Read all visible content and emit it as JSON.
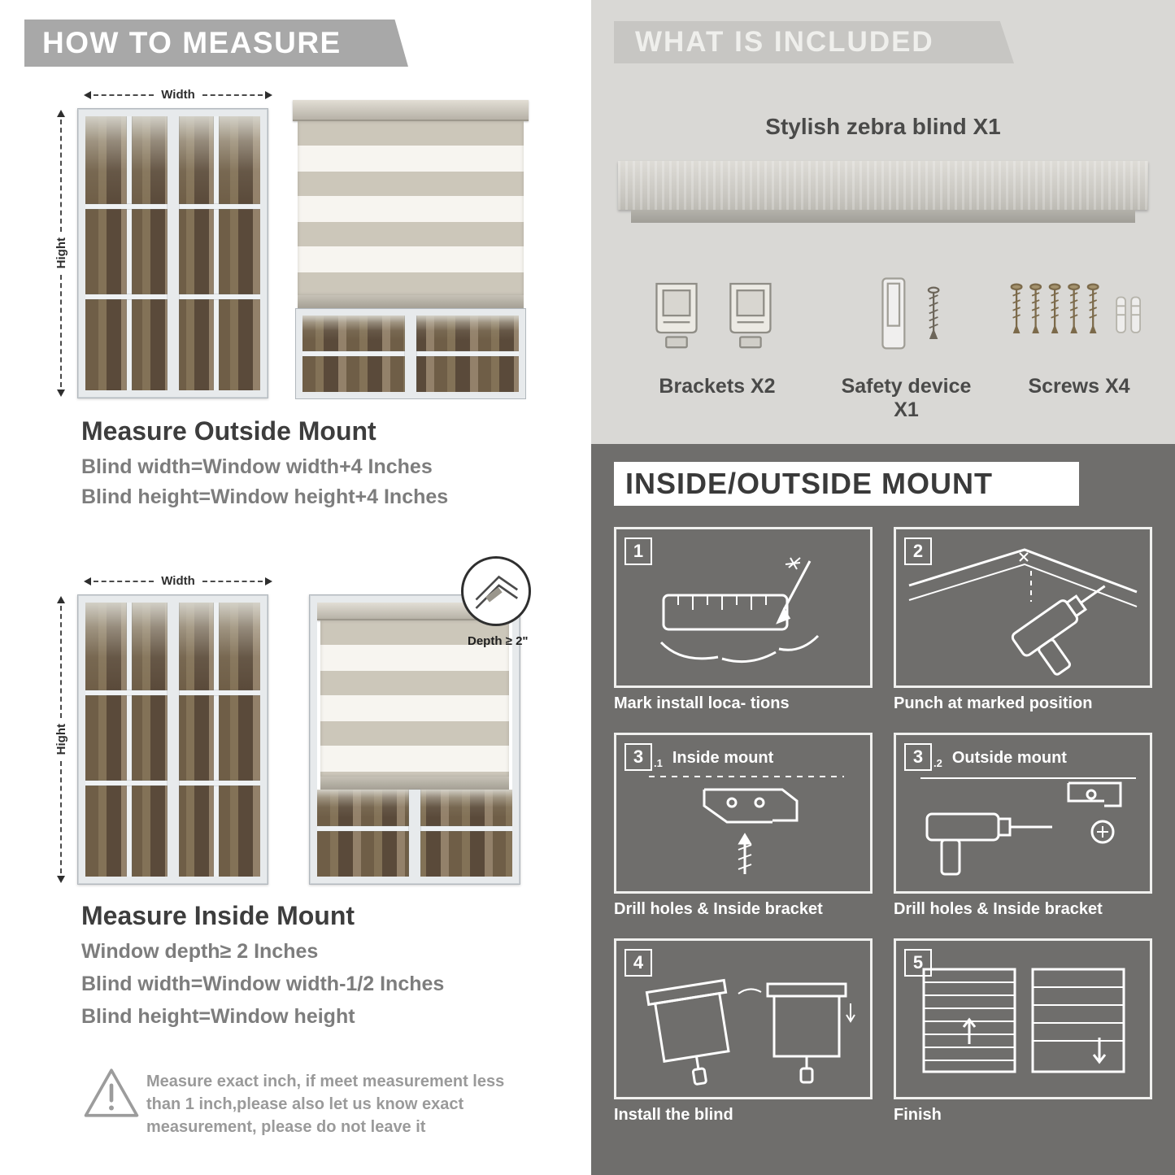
{
  "colors": {
    "header_gray": "#a8a8a8",
    "included_bg": "#d9d8d5",
    "mount_bg": "#6f6e6c",
    "heading_text": "#3d3d3d",
    "body_text": "#7d7d7d"
  },
  "measure": {
    "header": "HOW TO MEASURE",
    "outside": {
      "width_label": "Width",
      "height_label": "Hight",
      "title": "Measure Outside Mount",
      "lines": [
        "Blind width=Window width+4 Inches",
        "Blind height=Window height+4 Inches"
      ]
    },
    "inside": {
      "width_label": "Width",
      "height_label": "Hight",
      "depth_label": "Depth ≥ 2\"",
      "title": "Measure Inside Mount",
      "lines": [
        "Window depth≥ 2 Inches",
        "Blind width=Window width-1/2 Inches",
        "Blind height=Window height"
      ]
    },
    "warning": "Measure exact inch, if meet measurement less than 1 inch,please also let us know exact measurement, please do not leave it"
  },
  "included": {
    "header": "WHAT IS INCLUDED",
    "product_label": "Stylish zebra blind X1",
    "items": [
      {
        "label": "Brackets X2"
      },
      {
        "label": "Safety device X1"
      },
      {
        "label": "Screws X4"
      }
    ]
  },
  "mount": {
    "header": "INSIDE/OUTSIDE MOUNT",
    "steps": [
      {
        "num": "1",
        "caption": "Mark install loca- tions"
      },
      {
        "num": "2",
        "caption": "Punch at  marked position"
      },
      {
        "num": "3",
        "sub": ".1",
        "title": "Inside mount",
        "caption": "Drill holes &  Inside bracket"
      },
      {
        "num": "3",
        "sub": ".2",
        "title": "Outside mount",
        "caption": "Drill holes &  Inside bracket"
      },
      {
        "num": "4",
        "caption": "Install the blind"
      },
      {
        "num": "5",
        "caption": "Finish"
      }
    ]
  }
}
